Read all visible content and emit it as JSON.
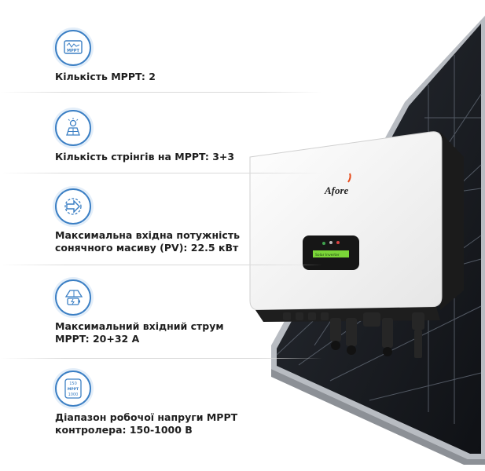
{
  "specs": [
    {
      "icon_text": "MPPT",
      "label": "Кількість MPPT: 2",
      "icon": "mppt-monitor-icon"
    },
    {
      "icon_text": "",
      "label": "Кількість стрінгів на MPPT: 3+3",
      "icon": "solar-string-icon"
    },
    {
      "icon_text": "",
      "label": "Максимальна вхідна потужність\nсонячного масиву (PV): 22.5 кВт",
      "icon": "pv-input-power-icon"
    },
    {
      "icon_text": "",
      "label": "Максимальний вхідний струм\nMPPT: 20+32 A",
      "icon": "input-current-icon"
    },
    {
      "icon_text_top": "150",
      "icon_text": "MPPT",
      "icon_text_bottom": "1000",
      "label": "Діапазон робочої напруги MPPT\nконтролера: 150-1000 В",
      "icon": "voltage-range-icon"
    }
  ],
  "product": {
    "brand": "Afore",
    "display": "Solar Inverter"
  },
  "colors": {
    "accent": "#3b7fc4",
    "text": "#1e1e1e",
    "inverter_body": "#f2f2f2",
    "panel": "#1a1d22"
  }
}
